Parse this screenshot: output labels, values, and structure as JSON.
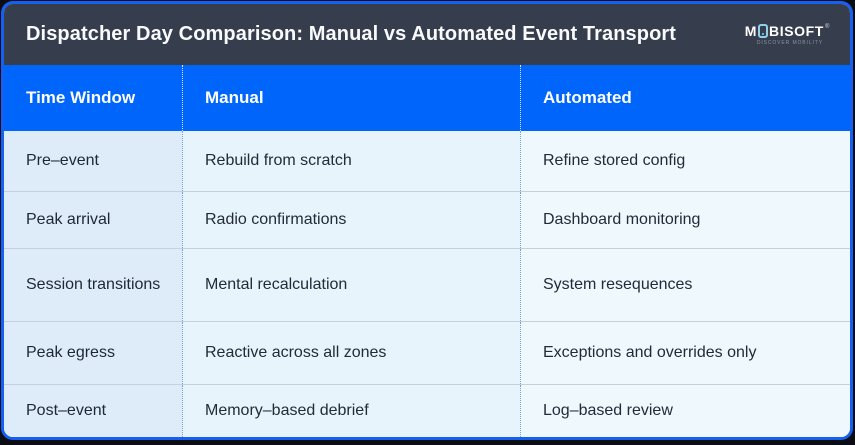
{
  "header": {
    "title": "Dispatcher Day Comparison: Manual vs Automated Event Transport",
    "logo": {
      "prefix": "M",
      "suffix": "BISOFT",
      "registered": "®",
      "tagline": "DISCOVER MOBILITY",
      "phone_icon": "phone-outline-icon"
    }
  },
  "table": {
    "columns": [
      "Time Window",
      "Manual",
      "Automated"
    ],
    "rows": [
      {
        "time_window": "Pre–event",
        "manual": "Rebuild from scratch",
        "automated": "Refine stored config"
      },
      {
        "time_window": "Peak arrival",
        "manual": "Radio confirmations",
        "automated": "Dashboard monitoring"
      },
      {
        "time_window": "Session transitions",
        "manual": "Mental recalculation",
        "automated": "System resequences"
      },
      {
        "time_window": "Peak egress",
        "manual": "Reactive across all zones",
        "automated": "Exceptions and overrides only"
      },
      {
        "time_window": "Post–event",
        "manual": "Memory–based debrief",
        "automated": "Log–based review"
      }
    ]
  },
  "chart_data": {
    "type": "table",
    "title": "Dispatcher Day Comparison: Manual vs Automated Event Transport",
    "columns": [
      "Time Window",
      "Manual",
      "Automated"
    ],
    "rows": [
      [
        "Pre–event",
        "Rebuild from scratch",
        "Refine stored config"
      ],
      [
        "Peak arrival",
        "Radio confirmations",
        "Dashboard monitoring"
      ],
      [
        "Session transitions",
        "Mental recalculation",
        "System resequences"
      ],
      [
        "Peak egress",
        "Reactive across all zones",
        "Exceptions and overrides only"
      ],
      [
        "Post–event",
        "Memory–based debrief",
        "Log–based review"
      ]
    ]
  },
  "colors": {
    "accent_blue": "#0066fb",
    "border_blue": "#1560f2",
    "titlebar_slate": "#363e4e",
    "col1_bg": "#ddecf8",
    "col2_bg": "#e8f4fc",
    "col3_bg": "#eef8fd",
    "phone_icon_blue": "#8ed2ea",
    "background": "#0a0d13"
  }
}
